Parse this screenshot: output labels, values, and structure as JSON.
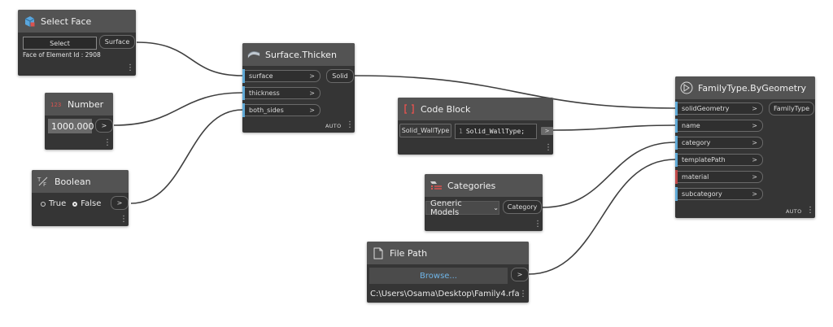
{
  "nodes": {
    "select_face": {
      "title": "Select Face",
      "button_label": "Select",
      "info": "Face of Element Id : 2908",
      "output": "Surface"
    },
    "number": {
      "title": "Number",
      "value": "1000.000",
      "output": ">"
    },
    "boolean": {
      "title": "Boolean",
      "true_label": "True",
      "false_label": "False",
      "selected": "False",
      "output": ">"
    },
    "surface_thicken": {
      "title": "Surface.Thicken",
      "inputs": [
        "surface",
        "thickness",
        "both_sides"
      ],
      "output": "Solid",
      "lacing": "AUTO"
    },
    "code_block": {
      "title": "Code Block",
      "output_label": "Solid_WallType",
      "line_number": "1",
      "code": "Solid_WallType;",
      "output": ">"
    },
    "categories": {
      "title": "Categories",
      "selected": "Generic Models",
      "output": "Category"
    },
    "file_path": {
      "title": "File Path",
      "browse_label": "Browse...",
      "path": "C:\\Users\\Osama\\Desktop\\Family4.rfa",
      "output": ">"
    },
    "family_type_by_geometry": {
      "title": "FamilyType.ByGeometry",
      "inputs": [
        "solidGeometry",
        "name",
        "category",
        "templatePath",
        "material",
        "subcategory"
      ],
      "output": "FamilyType",
      "lacing": "AUTO"
    }
  },
  "chevron": ">",
  "kebab": "⋮",
  "colors": {
    "port_connected": "#5fa9d6",
    "port_required": "#c04a4a",
    "node_body": "#353535",
    "node_header": "#535353"
  }
}
